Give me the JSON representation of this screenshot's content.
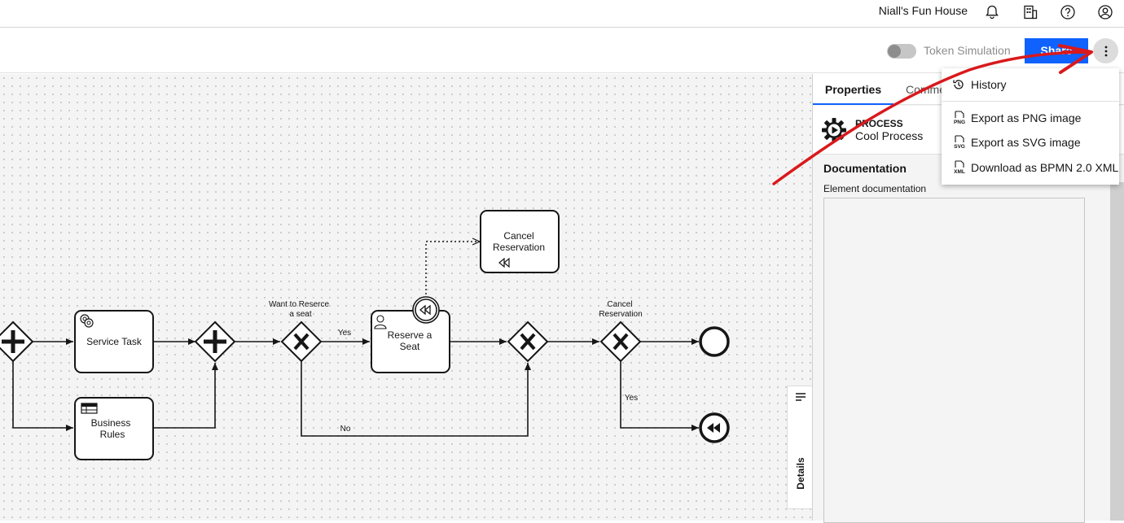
{
  "header": {
    "org_name": "Niall's Fun House",
    "icons": [
      "bell-icon",
      "building-icon",
      "help-icon",
      "user-icon"
    ]
  },
  "toolbar": {
    "token_simulation_label": "Token Simulation",
    "share_label": "Share"
  },
  "menu": {
    "items": [
      {
        "label": "History",
        "icon": "history-icon"
      },
      {
        "label": "Export as PNG image",
        "icon": "png-file-icon",
        "icon_text": "PNG"
      },
      {
        "label": "Export as SVG image",
        "icon": "svg-file-icon",
        "icon_text": "SVG"
      },
      {
        "label": "Download as BPMN 2.0 XML",
        "icon": "xml-file-icon",
        "icon_text": "XML"
      }
    ]
  },
  "panel": {
    "tabs": [
      "Properties",
      "Comme"
    ],
    "process_type": "PROCESS",
    "process_name": "Cool Process",
    "documentation_title": "Documentation",
    "documentation_label": "Element documentation",
    "documentation_value": ""
  },
  "details_tab": {
    "label": "Details"
  },
  "diagram": {
    "tasks": {
      "service_task": "Service Task",
      "business_rules_1": "Business",
      "business_rules_2": "Rules",
      "reserve_seat_1": "Reserve a",
      "reserve_seat_2": "Seat",
      "cancel_reservation_1": "Cancel",
      "cancel_reservation_2": "Reservation"
    },
    "gateway_labels": {
      "want_1": "Want to Reserce",
      "want_2": "a seat",
      "cancel_1": "Cancel",
      "cancel_2": "Reservation"
    },
    "flow_labels": {
      "yes_1": "Yes",
      "no": "No",
      "yes_2": "Yes"
    }
  },
  "colors": {
    "accent": "#0f62fe",
    "annotation_arrow": "#d9191c"
  }
}
